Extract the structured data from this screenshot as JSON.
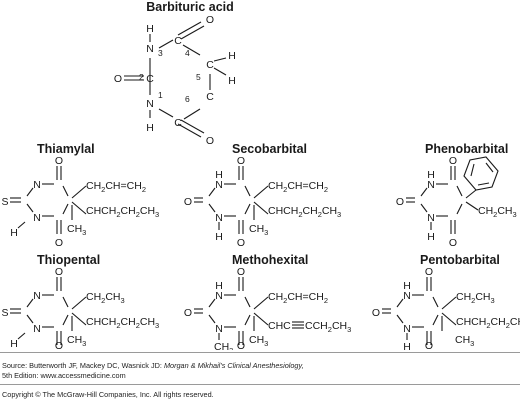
{
  "titles": {
    "barbituric": "Barbituric acid",
    "thiamylal": "Thiamylal",
    "secobarbital": "Secobarbital",
    "phenobarbital": "Phenobarbital",
    "thiopental": "Thiopental",
    "methohexital": "Methohexital",
    "pentobarbital": "Pentobarbital"
  },
  "atoms": {
    "N": "N",
    "H": "H",
    "O": "O",
    "S": "S",
    "CH": "CH",
    "C": "C",
    "two": "2",
    "three": "3"
  },
  "ring_numbers": [
    "1",
    "2",
    "3",
    "4",
    "5",
    "6"
  ],
  "footer": {
    "source_pre": "Source: Butterworth JF, Mackey DC, Wasnick JD: ",
    "source_book": "Morgan & Mikhail's Clinical Anesthesiology,",
    "source_line2": "5th Edition: www.accessmedicine.com",
    "copyright": "Copyright © The McGraw-Hill Companies, Inc. All rights reserved."
  }
}
